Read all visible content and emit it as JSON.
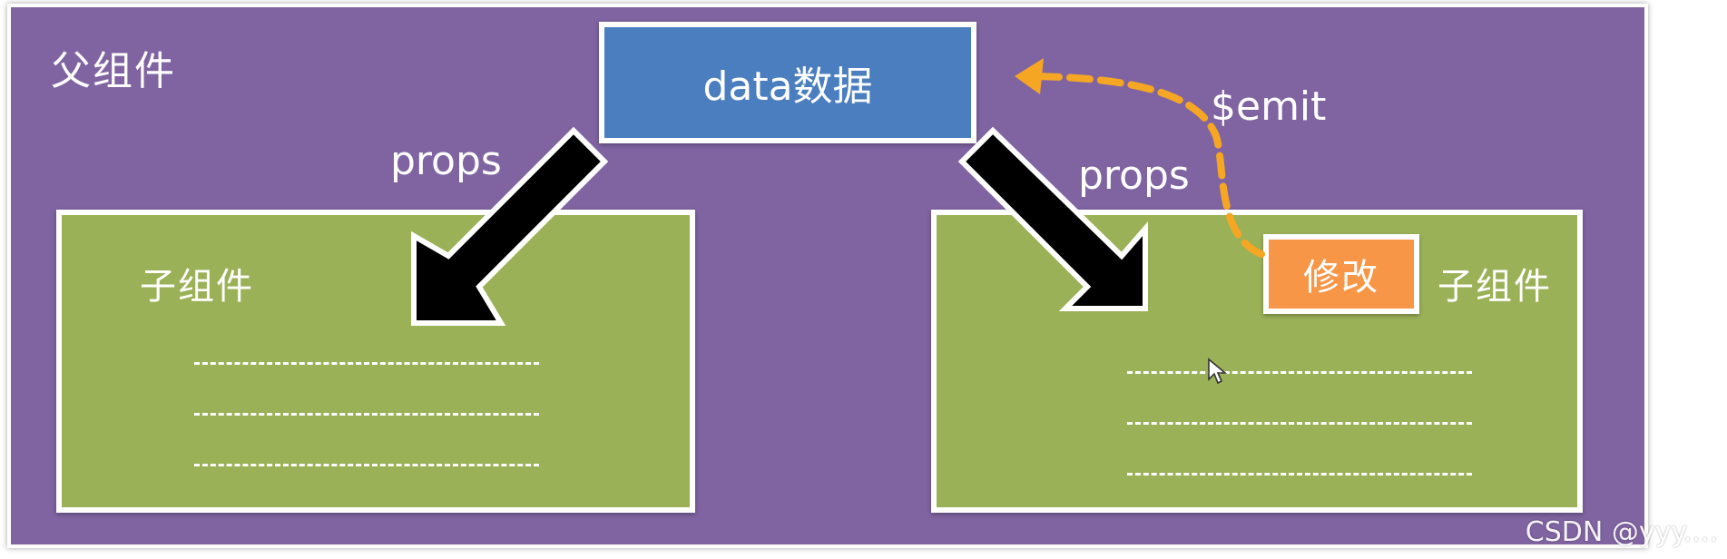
{
  "parent": {
    "label": "父组件"
  },
  "data_box": {
    "label": "data数据"
  },
  "child_left": {
    "label": "子组件"
  },
  "child_right": {
    "label": "子组件",
    "modify_button_label": "修改"
  },
  "edges": {
    "props_left": "props",
    "props_right": "props",
    "emit": "$emit"
  },
  "watermark": "CSDN @yyy....",
  "colors": {
    "parent_bg": "#8064a2",
    "data_box_bg": "#4a7ebf",
    "child_bg": "#9bb157",
    "modify_bg": "#f79646",
    "emit_arrow": "#f5a623",
    "props_arrow": "#000000"
  },
  "icons": [
    "mouse-cursor-icon"
  ]
}
